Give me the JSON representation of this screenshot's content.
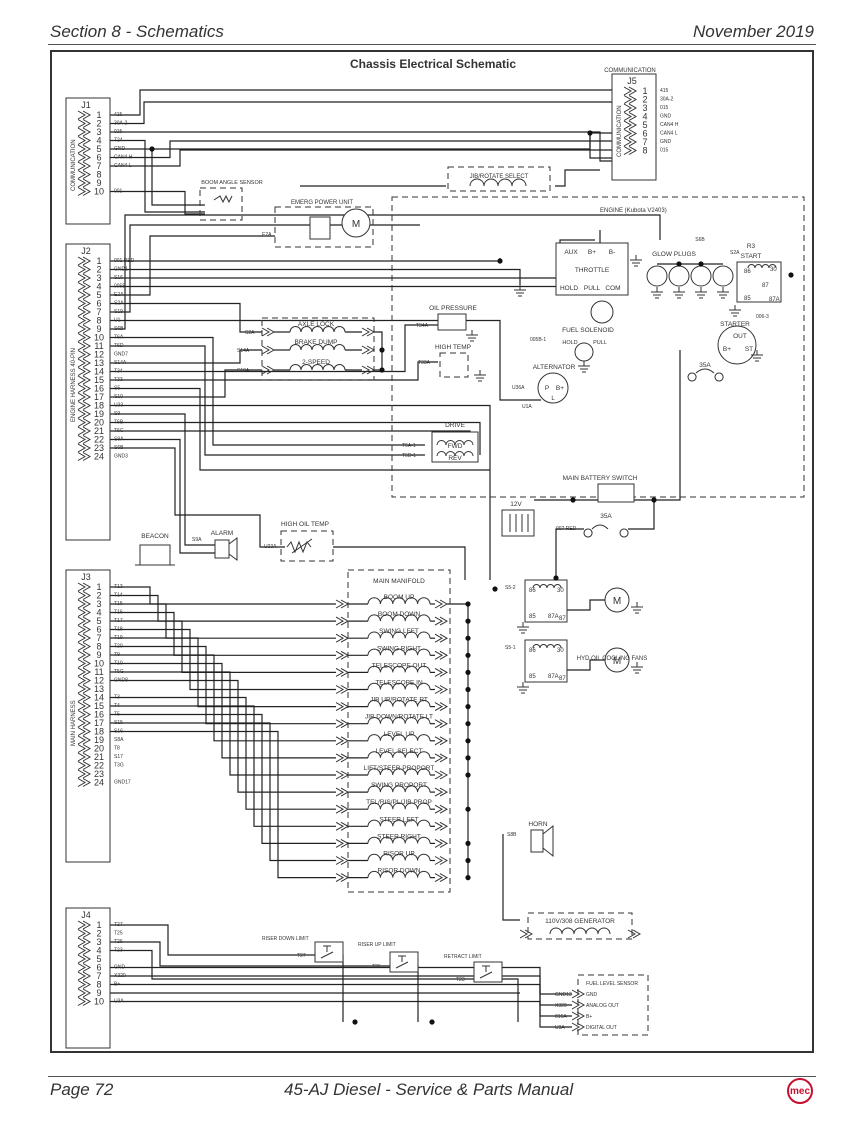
{
  "header": {
    "section": "Section 8 - Schematics",
    "date": "November 2019"
  },
  "footer": {
    "page": "Page 72",
    "manual": "45-AJ Diesel - Service & Parts Manual",
    "logo_text": "mec"
  },
  "schematic": {
    "title": "Chassis Electrical Schematic",
    "connectors": {
      "J1": {
        "name": "J1",
        "group": "COMMUNICATION",
        "pins": [
          [
            "1",
            "415"
          ],
          [
            "2",
            "30A-2"
          ],
          [
            "3",
            "015"
          ],
          [
            "4",
            "T24"
          ],
          [
            "5",
            "GND"
          ],
          [
            "6",
            "CAN4 H"
          ],
          [
            "7",
            "CAN4 L"
          ],
          [
            "8",
            ""
          ],
          [
            "9",
            ""
          ],
          [
            "10",
            "001"
          ]
        ]
      },
      "J5": {
        "name": "J5",
        "group": "COMMUNICATION",
        "pins": [
          [
            "1",
            "415"
          ],
          [
            "2",
            "30A-2"
          ],
          [
            "3",
            "015"
          ],
          [
            "4",
            "GND"
          ],
          [
            "5",
            "CAN4 H"
          ],
          [
            "6",
            "CAN4 L"
          ],
          [
            "7",
            "GND"
          ],
          [
            "8",
            "015"
          ]
        ]
      },
      "J2": {
        "name": "J2",
        "group": "ENGINE HARNESS 40-PIN",
        "pins": [
          [
            "1",
            "001 RED"
          ],
          [
            "2",
            "GND1"
          ],
          [
            "3",
            "S16"
          ],
          [
            "4",
            "005B"
          ],
          [
            "5",
            "E2A"
          ],
          [
            "6",
            "S2A"
          ],
          [
            "7",
            "S19"
          ],
          [
            "8",
            "U1"
          ],
          [
            "9",
            "S6B"
          ],
          [
            "10",
            "T6A"
          ],
          [
            "11",
            "T6D"
          ],
          [
            "12",
            "GND7"
          ],
          [
            "13",
            "S14A"
          ],
          [
            "14",
            "T34"
          ],
          [
            "15",
            "T33"
          ],
          [
            "16",
            "S5"
          ],
          [
            "17",
            "S10"
          ],
          [
            "18",
            "U33"
          ],
          [
            "19",
            "S9"
          ],
          [
            "20",
            "T6B"
          ],
          [
            "21",
            "T6C"
          ],
          [
            "22",
            "S9A"
          ],
          [
            "23",
            "S6B"
          ],
          [
            "24",
            "GND3"
          ]
        ]
      },
      "J3": {
        "name": "J3",
        "group": "MAIN HARNESS",
        "pins": [
          [
            "1",
            "T13"
          ],
          [
            "2",
            "T14"
          ],
          [
            "3",
            "T15"
          ],
          [
            "4",
            "T16"
          ],
          [
            "5",
            "T17"
          ],
          [
            "6",
            "T18"
          ],
          [
            "7",
            "T19"
          ],
          [
            "8",
            "T20"
          ],
          [
            "9",
            "T9"
          ],
          [
            "10",
            "T10"
          ],
          [
            "11",
            "T5G"
          ],
          [
            "12",
            "GND8"
          ],
          [
            "13",
            ""
          ],
          [
            "14",
            "T3"
          ],
          [
            "15",
            "T4"
          ],
          [
            "16",
            "T5"
          ],
          [
            "17",
            "S15"
          ],
          [
            "18",
            "S16"
          ],
          [
            "19",
            "S8A"
          ],
          [
            "20",
            "T8"
          ],
          [
            "21",
            "S17"
          ],
          [
            "22",
            "T3G"
          ],
          [
            "23",
            ""
          ],
          [
            "24",
            "GND17"
          ]
        ]
      },
      "J4": {
        "name": "J4",
        "group": "",
        "pins": [
          [
            "1",
            "T27"
          ],
          [
            "2",
            "T25"
          ],
          [
            "3",
            "T26"
          ],
          [
            "4",
            "T23"
          ],
          [
            "5",
            ""
          ],
          [
            "6",
            "GND"
          ],
          [
            "7",
            "X320"
          ],
          [
            "8",
            "B+"
          ],
          [
            "9",
            ""
          ],
          [
            "10",
            "U3A"
          ]
        ]
      }
    },
    "components": {
      "boom_angle_sensor": "BOOM ANGLE SENSOR",
      "emerg_power_unit": "EMERG POWER UNIT",
      "jib_rotate_select": "JIB/ROTATE SELECT",
      "engine": "ENGINE (Kubota V2403)",
      "throttle": {
        "label": "THROTTLE",
        "pins": [
          "AUX",
          "B+",
          "B-",
          "HOLD",
          "PULL",
          "COM"
        ]
      },
      "glow_plugs": "GLOW PLUGS",
      "r3": {
        "label": "R3",
        "sub": "START",
        "pins": [
          "86",
          "85",
          "30",
          "87",
          "87A"
        ]
      },
      "starter": {
        "label": "STARTER",
        "pins": [
          "OUT",
          "B+",
          "ST"
        ]
      },
      "fuel_solenoid": {
        "label": "FUEL SOLENOID",
        "pins": [
          "HOLD",
          "PULL"
        ]
      },
      "oil_pressure": "OIL PRESSURE",
      "high_temp": "HIGH TEMP",
      "alternator": {
        "label": "ALTERNATOR",
        "pins": [
          "P",
          "B+",
          "L"
        ]
      },
      "drive": {
        "label": "DRIVE",
        "coils": [
          "FWD",
          "REV"
        ]
      },
      "axle_group": [
        "AXLE LOCK",
        "BRAKE DUMP",
        "2-SPEED"
      ],
      "battery": "12V",
      "main_battery_switch": "MAIN BATTERY SWITCH",
      "fuse_35a": "35A",
      "hyd_oil_cooling_fans": "HYD OIL COOLING FANS",
      "beacon": "BEACON",
      "alarm": "ALARM",
      "high_oil_temp": "HIGH OIL TEMP",
      "horn": "HORN",
      "main_manifold": "MAIN MANIFOLD",
      "manifold_coils": [
        "BOOM UP",
        "BOOM DOWN",
        "SWING LEFT",
        "SWING RIGHT",
        "TELESCOPE OUT",
        "TELESCOPE IN",
        "JIB UP/ROTATE RT",
        "JIB DOWN/ROTATE LT",
        "LEVEL UP",
        "LEVEL SELECT",
        "LIFT/STEER PROPORT",
        "SWING PROPORT",
        "TEL/RIS/PL/JIB PROP",
        "STEER LEFT",
        "STEER RIGHT",
        "RISOR UP",
        "RISOR DOWN"
      ],
      "generator": "110V/308 GENERATOR",
      "riser_down_limit": "RISER DOWN LIMIT",
      "riser_up_limit": "RISER UP LIMIT",
      "retract_limit": "RETRACT LIMIT",
      "fuel_level_sensor": {
        "label": "FUEL LEVEL SENSOR",
        "pins": [
          "GND",
          "ANALOG OUT",
          "B+",
          "DIGITAL OUT"
        ]
      }
    },
    "wire_labels": {
      "e2a": "E2A",
      "s6b": "S6B",
      "s2a_r3": "S2A",
      "w006_3": "006-3",
      "w005b_1": "005B-1",
      "t34a": "T34A",
      "t33a": "T33A",
      "u36a": "U36A",
      "u1a": "U1A",
      "s2a": "S2A",
      "s14a": "S14A",
      "s10a": "S10A",
      "t6a1": "T6A-1",
      "t6d1": "T6D-1",
      "w007": "007 RED",
      "s5_2": "S5-2",
      "s5_1": "S5-1",
      "s9a": "S9A",
      "u33a": "U33A",
      "s8b": "S8B",
      "t27": "T27",
      "t26": "T26",
      "t23": "T23",
      "gnd13": "GND13",
      "x320": "X320",
      "w016a": "016A",
      "u3a": "U3A"
    }
  }
}
